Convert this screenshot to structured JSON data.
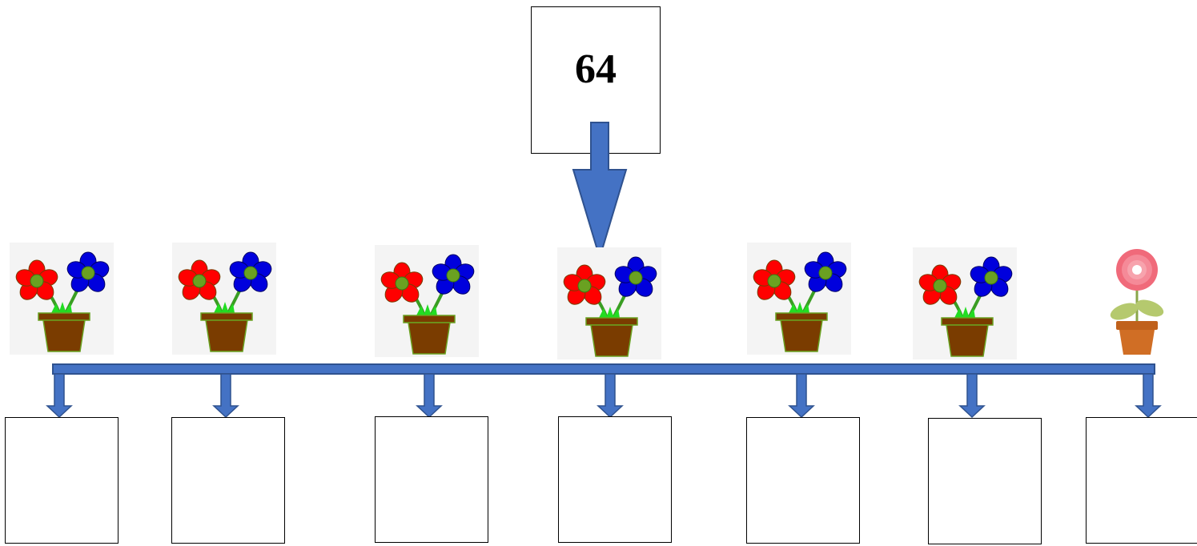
{
  "total": "64",
  "plants": [
    {
      "kind": "two-flower-pot"
    },
    {
      "kind": "two-flower-pot"
    },
    {
      "kind": "two-flower-pot"
    },
    {
      "kind": "two-flower-pot"
    },
    {
      "kind": "two-flower-pot"
    },
    {
      "kind": "two-flower-pot"
    },
    {
      "kind": "single-pink-flower-pot"
    }
  ],
  "answer_boxes": [
    "",
    "",
    "",
    "",
    "",
    "",
    ""
  ],
  "colors": {
    "arrow": "#4472c4",
    "arrow_outline": "#2f528f",
    "red_flower": "#ff0000",
    "blue_flower": "#0000dd",
    "pot": "#7a3c00",
    "pink_flower": "#f06a7a",
    "terracotta_pot": "#c0611c"
  }
}
